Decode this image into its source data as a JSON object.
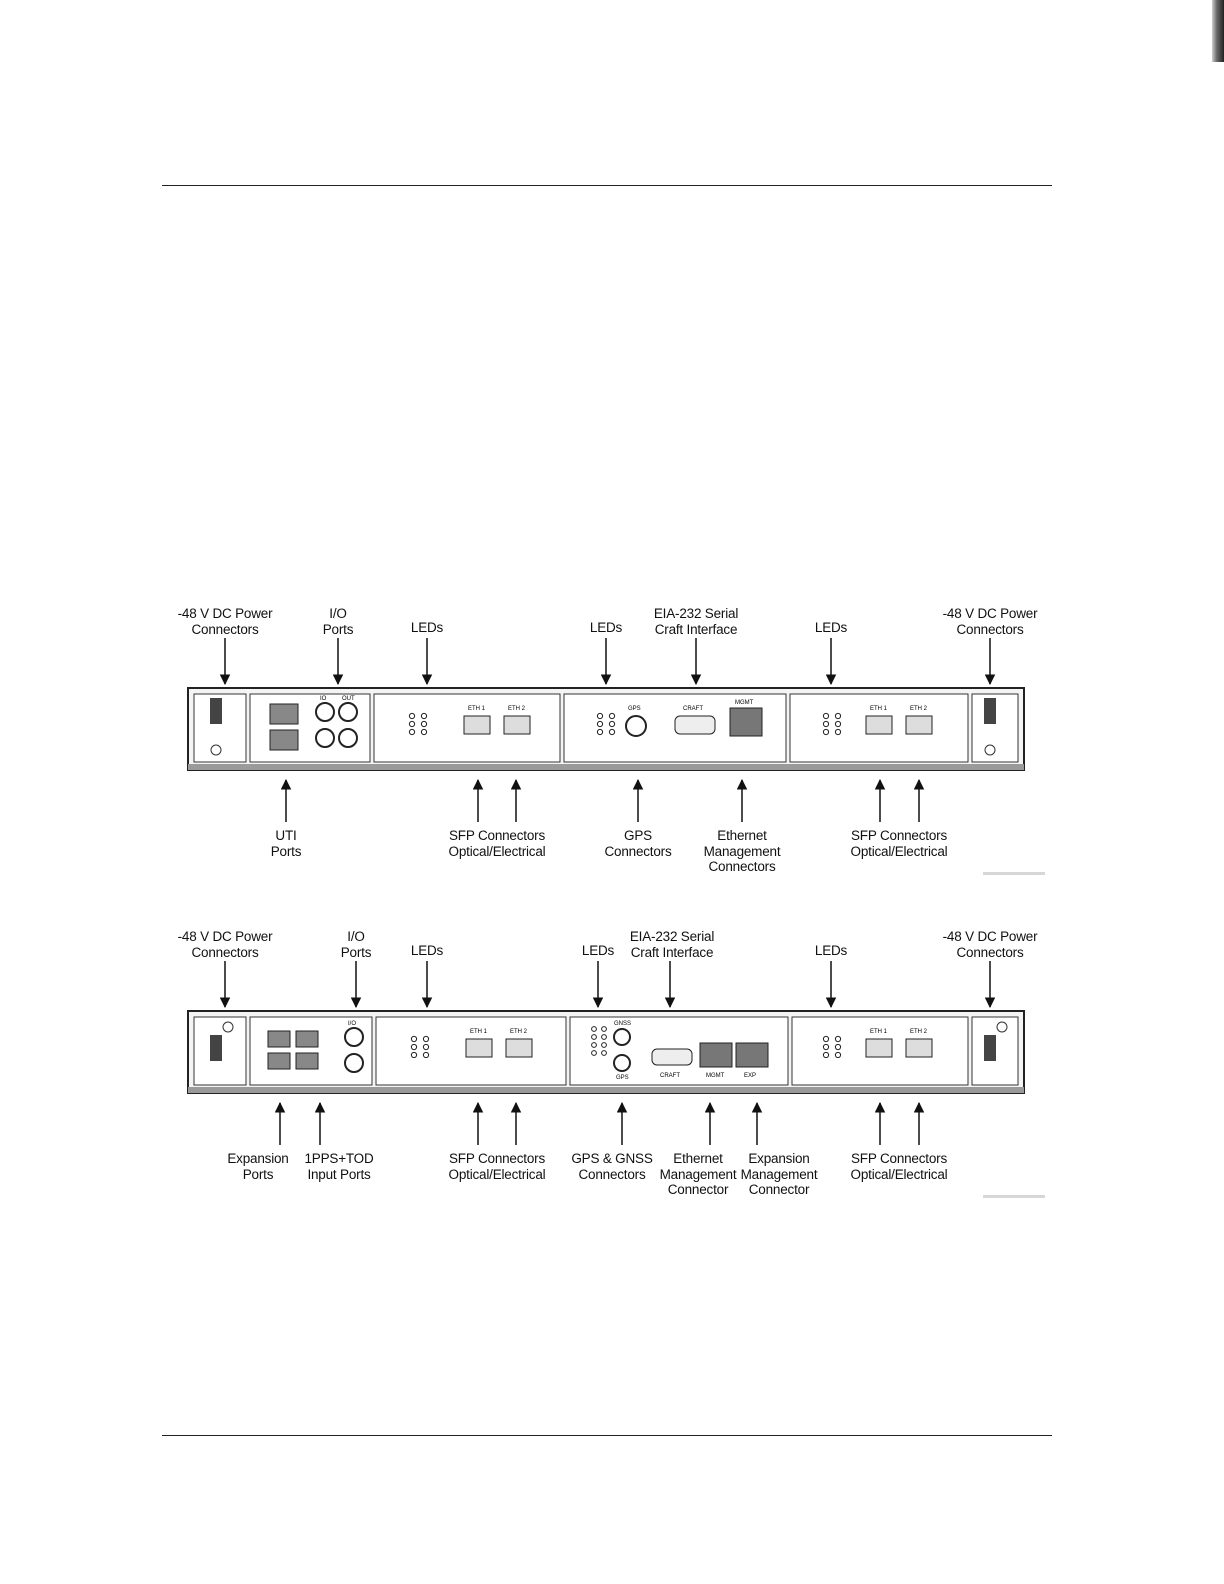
{
  "figure_top": {
    "labels_above": [
      {
        "id": "power-connectors-left",
        "lines": [
          "-48 V DC Power",
          "Connectors"
        ]
      },
      {
        "id": "io-ports",
        "lines": [
          "I/O",
          "Ports"
        ]
      },
      {
        "id": "leds-1",
        "lines": [
          "LEDs"
        ]
      },
      {
        "id": "leds-2",
        "lines": [
          "LEDs"
        ]
      },
      {
        "id": "eia232-serial",
        "lines": [
          "EIA-232 Serial",
          "Craft Interface"
        ]
      },
      {
        "id": "leds-3",
        "lines": [
          "LEDs"
        ]
      },
      {
        "id": "power-connectors-right",
        "lines": [
          "-48 V DC Power",
          "Connectors"
        ]
      }
    ],
    "labels_below": [
      {
        "id": "uti-ports",
        "lines": [
          "UTI",
          "Ports"
        ]
      },
      {
        "id": "sfp-connectors-1",
        "lines": [
          "SFP Connectors",
          "Optical/Electrical"
        ]
      },
      {
        "id": "gps-connectors",
        "lines": [
          "GPS",
          "Connectors"
        ]
      },
      {
        "id": "ethernet-mgmt-connectors",
        "lines": [
          "Ethernet",
          "Management",
          "Connectors"
        ]
      },
      {
        "id": "sfp-connectors-2",
        "lines": [
          "SFP Connectors",
          "Optical/Electrical"
        ]
      }
    ],
    "panel_text": {
      "eth1": "ETH 1",
      "eth2": "ETH 2",
      "gps": "GPS",
      "craft": "CRAFT",
      "mgmt": "MGMT",
      "io_in": "IO",
      "io_out": "OUT"
    }
  },
  "figure_bottom": {
    "labels_above": [
      {
        "id": "power-connectors-left",
        "lines": [
          "-48 V DC Power",
          "Connectors"
        ]
      },
      {
        "id": "io-ports",
        "lines": [
          "I/O",
          "Ports"
        ]
      },
      {
        "id": "leds-1",
        "lines": [
          "LEDs"
        ]
      },
      {
        "id": "leds-2",
        "lines": [
          "LEDs"
        ]
      },
      {
        "id": "eia232-serial",
        "lines": [
          "EIA-232 Serial",
          "Craft Interface"
        ]
      },
      {
        "id": "leds-3",
        "lines": [
          "LEDs"
        ]
      },
      {
        "id": "power-connectors-right",
        "lines": [
          "-48 V DC Power",
          "Connectors"
        ]
      }
    ],
    "labels_below": [
      {
        "id": "expansion-ports",
        "lines": [
          "Expansion",
          "Ports"
        ]
      },
      {
        "id": "pps-tod-input",
        "lines": [
          "1PPS+TOD",
          "Input Ports"
        ]
      },
      {
        "id": "sfp-connectors-1",
        "lines": [
          "SFP Connectors",
          "Optical/Electrical"
        ]
      },
      {
        "id": "gps-gnss-connectors",
        "lines": [
          "GPS & GNSS",
          "Connectors"
        ]
      },
      {
        "id": "ethernet-mgmt-connector",
        "lines": [
          "Ethernet",
          "Management",
          "Connector"
        ]
      },
      {
        "id": "expansion-mgmt-connector",
        "lines": [
          "Expansion",
          "Management",
          "Connector"
        ]
      },
      {
        "id": "sfp-connectors-2",
        "lines": [
          "SFP Connectors",
          "Optical/Electrical"
        ]
      }
    ],
    "panel_text": {
      "eth1": "ETH 1",
      "eth2": "ETH 2",
      "gps": "GPS",
      "gnss": "GNSS",
      "craft": "CRAFT",
      "mgmt": "MGMT",
      "exp": "EXP",
      "io": "I/O"
    }
  }
}
